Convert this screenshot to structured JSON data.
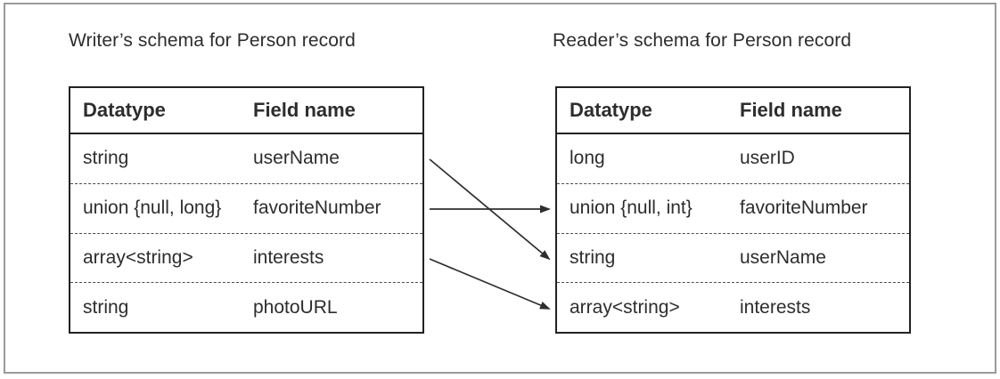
{
  "figure": {
    "writer": {
      "title": "Writer’s schema for Person record",
      "headers": [
        "Datatype",
        "Field name"
      ],
      "rows": [
        {
          "datatype": "string",
          "field": "userName"
        },
        {
          "datatype": "union {null, long}",
          "field": "favoriteNumber"
        },
        {
          "datatype": "array<string>",
          "field": "interests"
        },
        {
          "datatype": "string",
          "field": "photoURL"
        }
      ]
    },
    "reader": {
      "title": "Reader’s schema for Person record",
      "headers": [
        "Datatype",
        "Field name"
      ],
      "rows": [
        {
          "datatype": "long",
          "field": "userID"
        },
        {
          "datatype": "union {null, int}",
          "field": "favoriteNumber"
        },
        {
          "datatype": "string",
          "field": "userName"
        },
        {
          "datatype": "array<string>",
          "field": "interests"
        }
      ]
    },
    "arrows": [
      {
        "name": "arrow-userName",
        "field": "userName",
        "from_row": 0,
        "to_row": 2
      },
      {
        "name": "arrow-favoriteNumber",
        "field": "favoriteNumber",
        "from_row": 1,
        "to_row": 1
      },
      {
        "name": "arrow-interests",
        "field": "interests",
        "from_row": 2,
        "to_row": 3
      }
    ],
    "colors": {
      "text": "#2d2d2d",
      "table_border": "#222222",
      "dashed_divider": "#4d4d4d",
      "outer_border": "#9a9a9a",
      "arrow": "#2e2e2e",
      "background": "#ffffff"
    }
  }
}
